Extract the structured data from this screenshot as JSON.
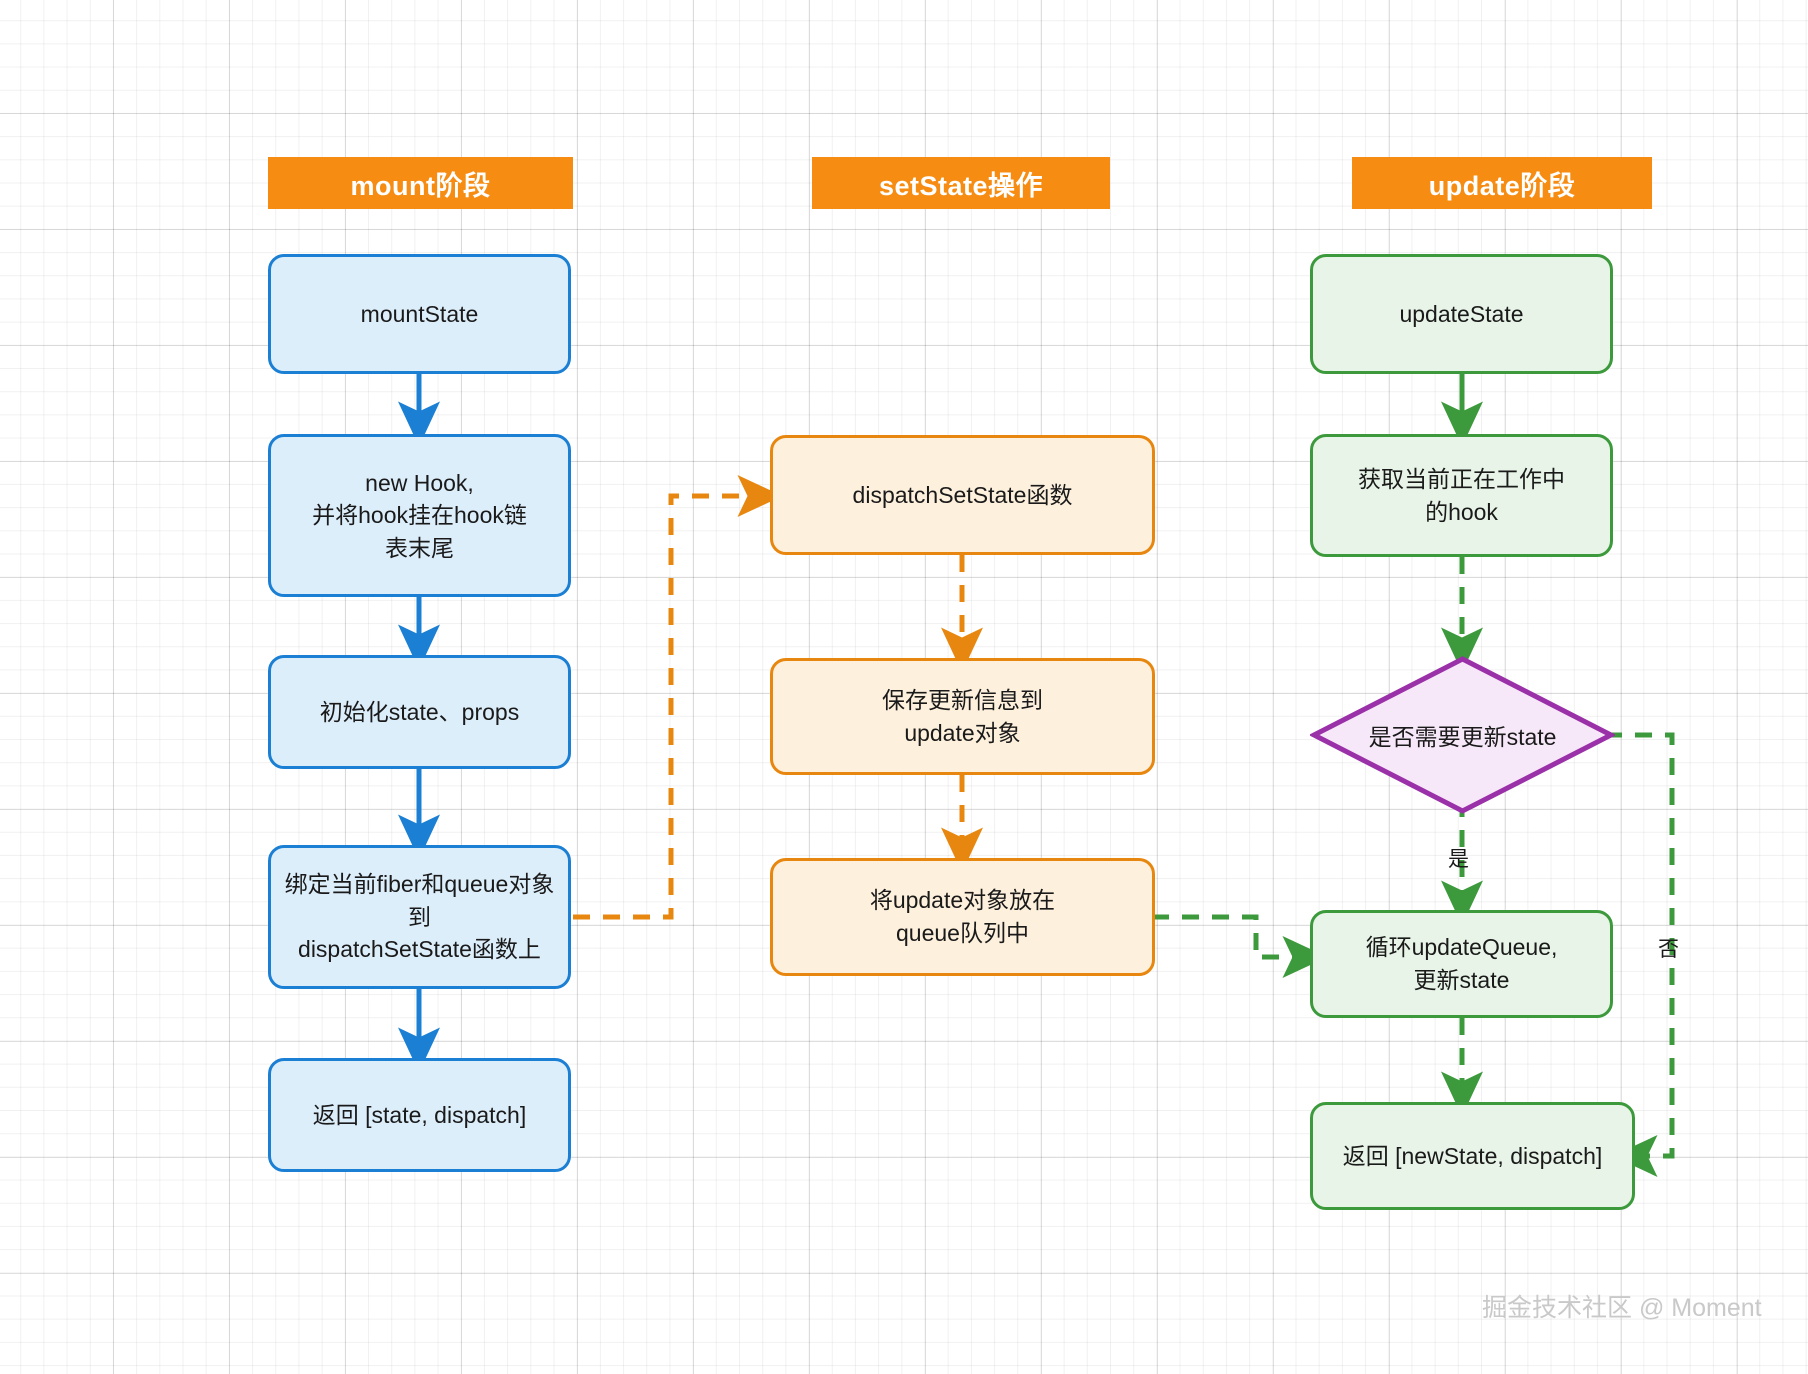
{
  "diagram": {
    "title": "React useState mount / setState / update flow",
    "watermark": "掘金技术社区 @ Moment",
    "colors": {
      "banner": "#f68c12",
      "blue_border": "#1b7fd4",
      "blue_fill": "#ddeefb",
      "orange_border": "#e8870f",
      "orange_fill": "#fdf0dc",
      "green_border": "#3c9a3c",
      "green_fill": "#e7f4e7",
      "purple_border": "#9b31a8",
      "purple_fill": "#f7e8f9"
    }
  },
  "columns": [
    {
      "id": "mount",
      "banner": "mount阶段"
    },
    {
      "id": "setstate",
      "banner": "setState操作"
    },
    {
      "id": "update",
      "banner": "update阶段"
    }
  ],
  "mount_nodes": [
    {
      "id": "mount-state",
      "text": "mountState"
    },
    {
      "id": "new-hook",
      "text": "new Hook,\n并将hook挂在hook链\n表末尾"
    },
    {
      "id": "init-state-props",
      "text": "初始化state、props"
    },
    {
      "id": "bind-fiber-queue",
      "text": "绑定当前fiber和queue对象\n到\ndispatchSetState函数上"
    },
    {
      "id": "return-state-dispatch",
      "text": "返回 [state, dispatch]"
    }
  ],
  "setstate_nodes": [
    {
      "id": "dispatch-setstate-fn",
      "text": "dispatchSetState函数"
    },
    {
      "id": "save-update-info",
      "text": "保存更新信息到\nupdate对象"
    },
    {
      "id": "put-update-in-queue",
      "text": "将update对象放在\nqueue队列中"
    }
  ],
  "update_nodes": [
    {
      "id": "update-state",
      "text": "updateState"
    },
    {
      "id": "get-working-hook",
      "text": "获取当前正在工作中\n的hook"
    },
    {
      "id": "need-update-decision",
      "text": "是否需要更新state",
      "shape": "diamond"
    },
    {
      "id": "loop-update-queue",
      "text": "循环updateQueue,\n更新state"
    },
    {
      "id": "return-newstate-dispatch",
      "text": "返回 [newState, dispatch]"
    }
  ],
  "edge_labels": [
    {
      "id": "yes-label",
      "text": "是"
    },
    {
      "id": "no-label",
      "text": "否"
    }
  ]
}
